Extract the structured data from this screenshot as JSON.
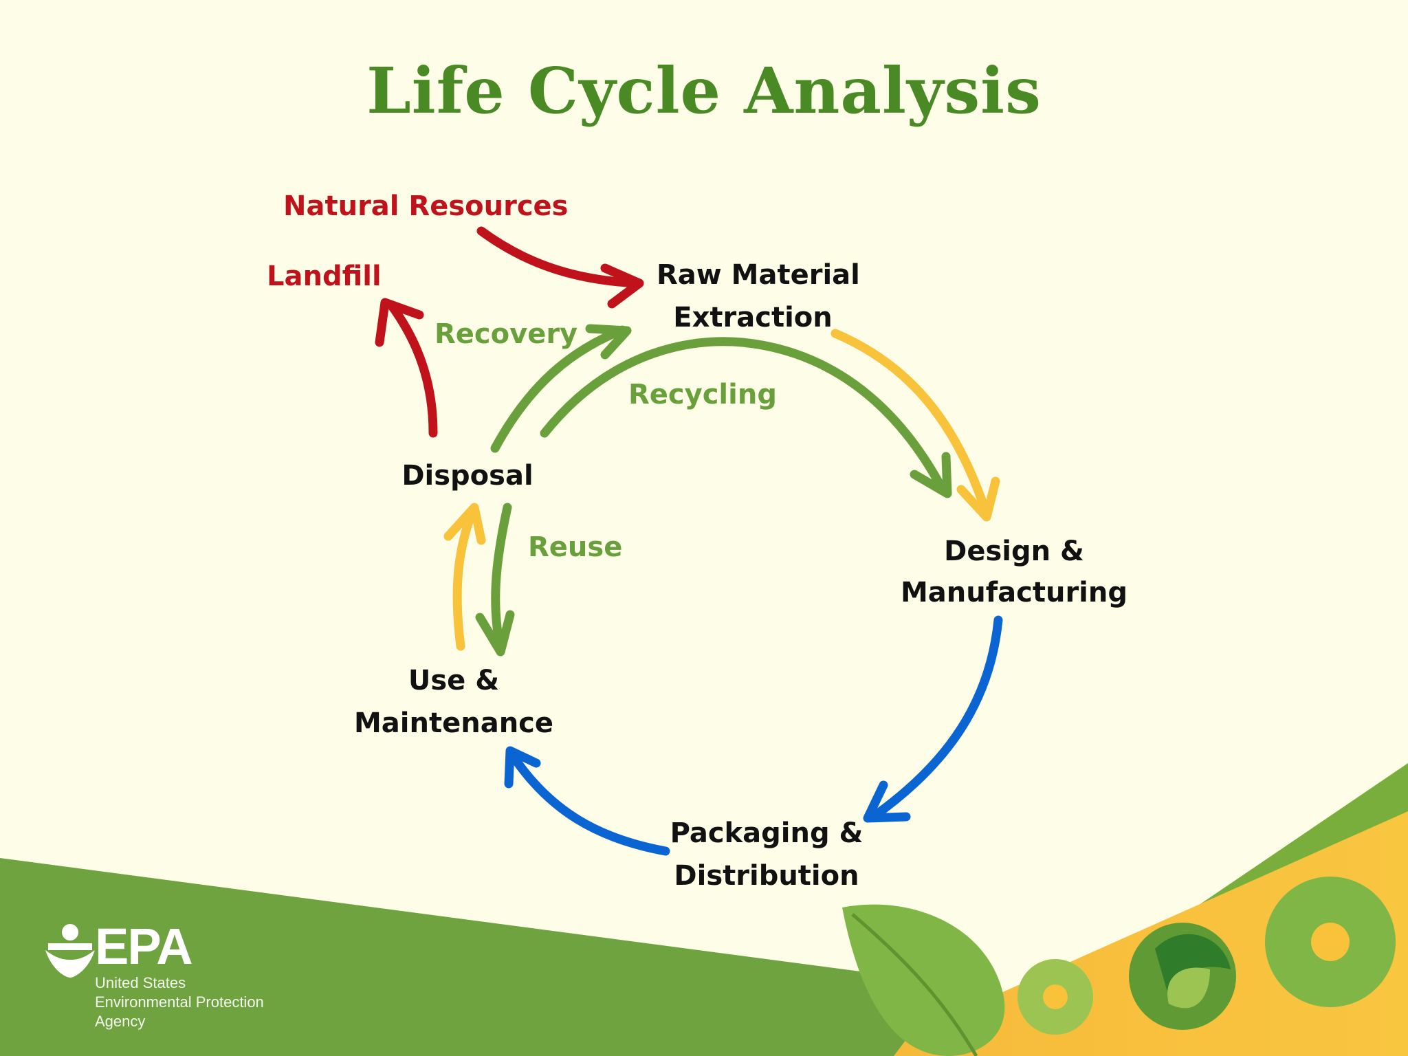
{
  "title": "Life Cycle Analysis",
  "nodes": {
    "natural_resources": "Natural Resources",
    "landfill": "Landfill",
    "raw_material_1": "Raw Material",
    "raw_material_2": "Extraction",
    "design_1": "Design &",
    "design_2": "Manufacturing",
    "packaging_1": "Packaging &",
    "packaging_2": "Distribution",
    "use_1": "Use &",
    "use_2": "Maintenance",
    "disposal": "Disposal"
  },
  "flows": {
    "recovery": "Recovery",
    "recycling": "Recycling",
    "reuse": "Reuse"
  },
  "logo": {
    "epa": "EPA",
    "line1": "United States",
    "line2": "Environmental Protection",
    "line3": "Agency"
  },
  "colors": {
    "title": "#4a8a25",
    "red": "#c0121a",
    "green": "#6aa03c",
    "yellow": "#f8c23a",
    "blue": "#0a64d2"
  }
}
